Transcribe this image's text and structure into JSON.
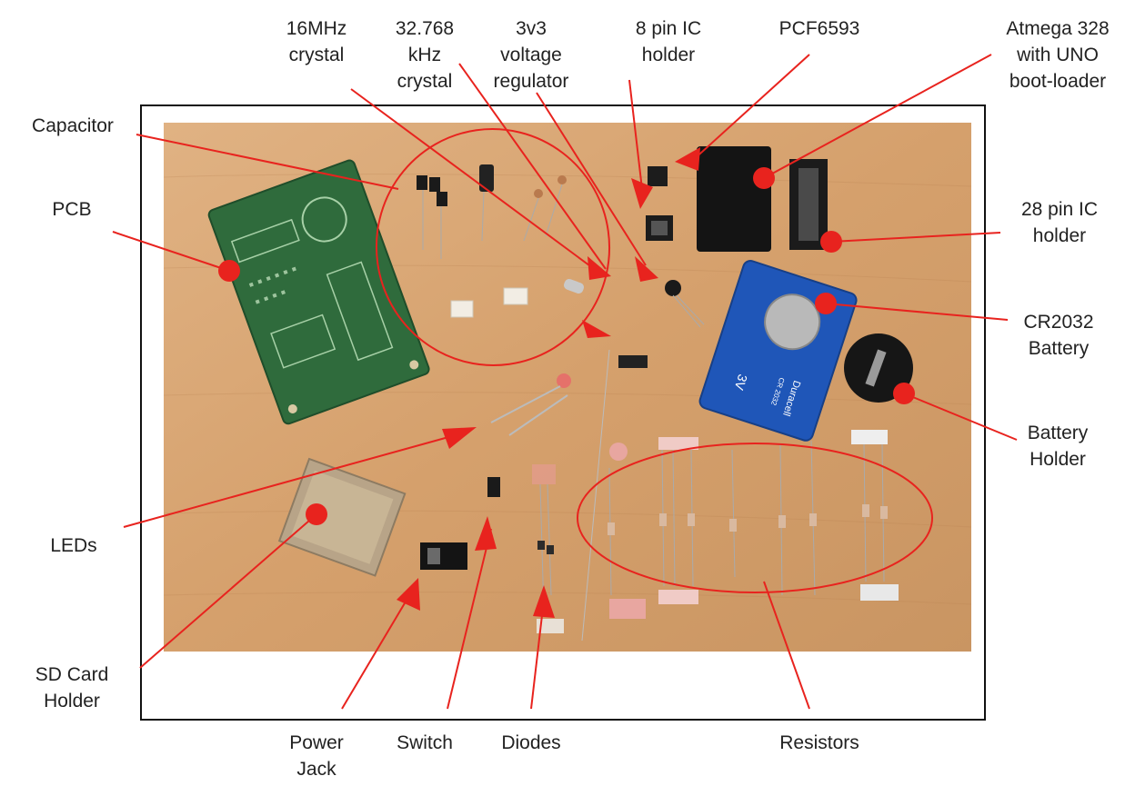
{
  "labels": {
    "crystal16": [
      "16MHz",
      "crystal"
    ],
    "crystal32": [
      "32.768",
      "kHz",
      "crystal"
    ],
    "regulator": [
      "3v3",
      "voltage",
      "regulator"
    ],
    "ic8": [
      "8 pin IC",
      "holder"
    ],
    "pcf": [
      "PCF6593"
    ],
    "atmega": [
      "Atmega 328",
      "with UNO",
      "boot-loader"
    ],
    "capacitor": [
      "Capacitor"
    ],
    "pcb": [
      "PCB"
    ],
    "ic28": [
      "28 pin IC",
      "holder"
    ],
    "battery": [
      "CR2032",
      "Battery"
    ],
    "battery_holder": [
      "Battery",
      "Holder"
    ],
    "leds": [
      "LEDs"
    ],
    "sd": [
      "SD Card",
      "Holder"
    ],
    "power": [
      "Power",
      "Jack"
    ],
    "switch": [
      "Switch"
    ],
    "diodes": [
      "Diodes"
    ],
    "resistors": [
      "Resistors"
    ]
  },
  "photo_text": {
    "battery_brand": "Duracell",
    "battery_model": "CR 2032",
    "battery_voltage": "3V"
  },
  "colors": {
    "annotation": "#e8231e",
    "wood": "#d9a772",
    "pcb": "#2f6b3c",
    "frame": "#111111"
  }
}
